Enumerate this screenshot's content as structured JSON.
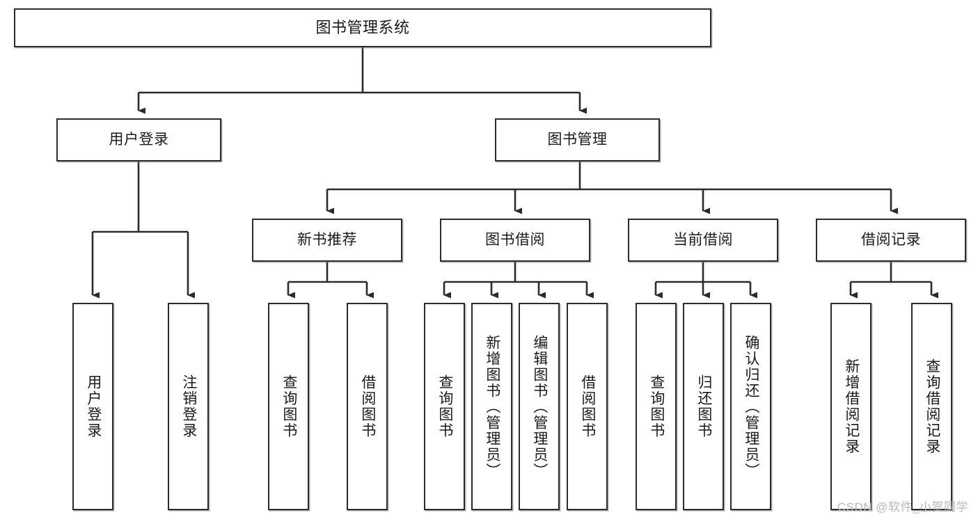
{
  "diagram": {
    "title": "图书管理系统",
    "watermark": "CSDN @软件_小贺同学",
    "type": "tree-hierarchy-chart",
    "colors": {
      "node_border": "#2b2b2b",
      "node_fill": "#ffffff",
      "edge": "#2b2b2b",
      "text": "#1a1a1a",
      "watermark": "#b8b8b8",
      "background": "#ffffff"
    },
    "levels": {
      "root": [
        "图书管理系统"
      ],
      "level2": [
        "用户登录",
        "图书管理"
      ],
      "level3": [
        "新书推荐",
        "图书借阅",
        "当前借阅",
        "借阅记录"
      ]
    },
    "nodes": {
      "root": {
        "label": "图书管理系统"
      },
      "user_login": {
        "label": "用户登录"
      },
      "book_manage": {
        "label": "图书管理"
      },
      "new_book_rec": {
        "label": "新书推荐"
      },
      "book_borrow": {
        "label": "图书借阅"
      },
      "current_borrow": {
        "label": "当前借阅"
      },
      "borrow_record": {
        "label": "借阅记录"
      },
      "leaf_user_login": {
        "label": "用户登录"
      },
      "leaf_logout": {
        "label": "注销登录"
      },
      "leaf_query_book_1": {
        "label": "查询图书"
      },
      "leaf_borrow_book_1": {
        "label": "借阅图书"
      },
      "leaf_query_book_2": {
        "label": "查询图书"
      },
      "leaf_add_book": {
        "label": "新增图书（管理员）"
      },
      "leaf_edit_book": {
        "label": "编辑图书（管理员）"
      },
      "leaf_borrow_book_2": {
        "label": "借阅图书"
      },
      "leaf_query_book_3": {
        "label": "查询图书"
      },
      "leaf_return_book": {
        "label": "归还图书"
      },
      "leaf_confirm_return": {
        "label": "确认归还（管理员）"
      },
      "leaf_add_record": {
        "label": "新增借阅记录"
      },
      "leaf_query_record": {
        "label": "查询借阅记录"
      }
    },
    "edges": [
      {
        "from": "图书管理系统",
        "to": "用户登录"
      },
      {
        "from": "图书管理系统",
        "to": "图书管理"
      },
      {
        "from": "图书管理",
        "to": "新书推荐"
      },
      {
        "from": "图书管理",
        "to": "图书借阅"
      },
      {
        "from": "图书管理",
        "to": "当前借阅"
      },
      {
        "from": "图书管理",
        "to": "借阅记录"
      },
      {
        "from": "用户登录",
        "to": "用户登录"
      },
      {
        "from": "用户登录",
        "to": "注销登录"
      },
      {
        "from": "新书推荐",
        "to": "查询图书"
      },
      {
        "from": "新书推荐",
        "to": "借阅图书"
      },
      {
        "from": "图书借阅",
        "to": "查询图书"
      },
      {
        "from": "图书借阅",
        "to": "新增图书（管理员）"
      },
      {
        "from": "图书借阅",
        "to": "编辑图书（管理员）"
      },
      {
        "from": "图书借阅",
        "to": "借阅图书"
      },
      {
        "from": "当前借阅",
        "to": "查询图书"
      },
      {
        "from": "当前借阅",
        "to": "归还图书"
      },
      {
        "from": "当前借阅",
        "to": "确认归还（管理员）"
      },
      {
        "from": "借阅记录",
        "to": "新增借阅记录"
      },
      {
        "from": "借阅记录",
        "to": "查询借阅记录"
      }
    ]
  }
}
